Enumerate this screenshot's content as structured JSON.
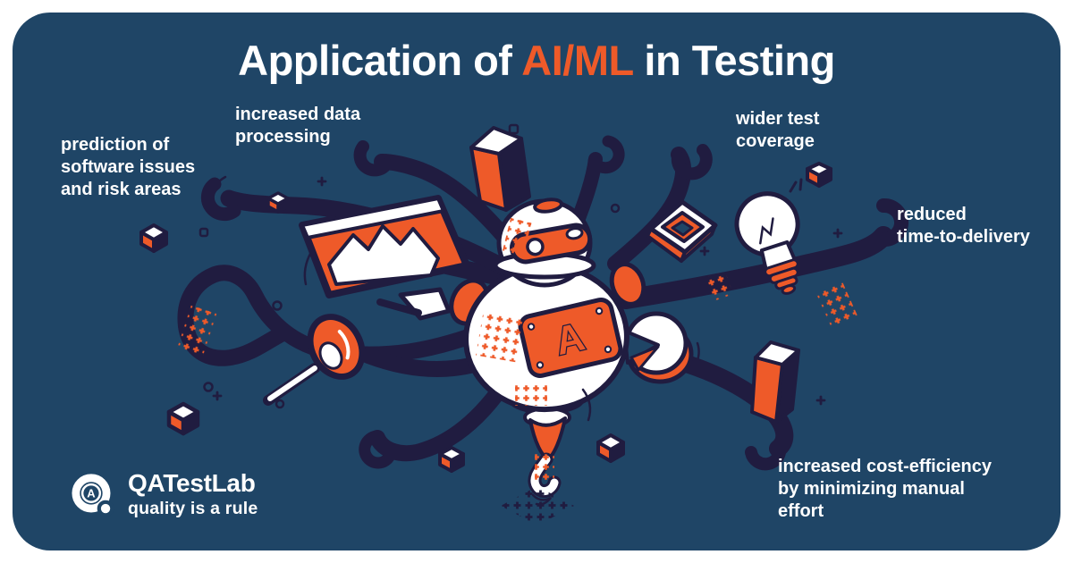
{
  "title": {
    "part1": "Application of ",
    "highlight": "AI/ML",
    "part2": " in Testing"
  },
  "benefits": [
    {
      "id": "prediction-of-software-issues",
      "text": "prediction of\nsoftware issues\nand risk areas"
    },
    {
      "id": "increased-data-processing",
      "text": "increased data\nprocessing"
    },
    {
      "id": "wider-test-coverage",
      "text": "wider test\ncoverage"
    },
    {
      "id": "reduced-time-to-delivery",
      "text": "reduced\ntime-to-delivery"
    },
    {
      "id": "increased-cost-efficiency",
      "text": "increased cost-efficiency\nby minimizing manual\neffort"
    }
  ],
  "logo": {
    "name": "QATestLab",
    "tagline": "quality is a rule",
    "monogram": "A"
  },
  "robot": {
    "badge": "A"
  },
  "colors": {
    "page_background": "#ffffff",
    "card_background": "#1f4566",
    "accent_orange": "#ee5a29",
    "outline_ink": "#201c40",
    "text_white": "#ffffff"
  },
  "illustration": {
    "items": [
      "ai-robot",
      "tentacles",
      "monitor-with-chart",
      "magnifier",
      "light-bulb",
      "pie-chart",
      "chip-frame",
      "3d-bars",
      "3d-cubes",
      "plus-marks"
    ]
  }
}
